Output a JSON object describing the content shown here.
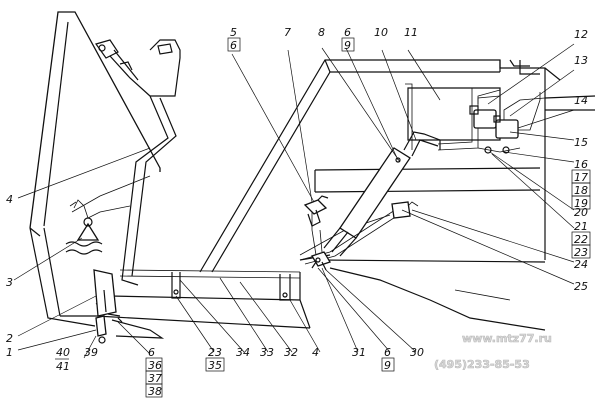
{
  "callouts": {
    "c1": "1",
    "c2": "2",
    "c3": "3",
    "c4a": "4",
    "c4b": "4",
    "c5": "5",
    "c6a": "6",
    "c6b": "6",
    "c6c": "6",
    "c6d": "6",
    "c7": "7",
    "c8": "8",
    "c9a": "9",
    "c9b": "9",
    "c10": "10",
    "c11": "11",
    "c12": "12",
    "c13": "13",
    "c14": "14",
    "c15": "15",
    "c16": "16",
    "c17": "17",
    "c18": "18",
    "c19": "19",
    "c20": "20",
    "c21": "21",
    "c22": "22",
    "c23a": "23",
    "c23b": "23",
    "c24": "24",
    "c25": "25",
    "c30": "30",
    "c31": "31",
    "c32": "32",
    "c33": "33",
    "c34": "34",
    "c35": "35",
    "c36": "36",
    "c37": "37",
    "c38": "38",
    "c39": "39",
    "c40": "40",
    "c41": "41"
  },
  "watermark": {
    "site": "www.mtz77.ru",
    "phone": "(495)233-85-53"
  }
}
